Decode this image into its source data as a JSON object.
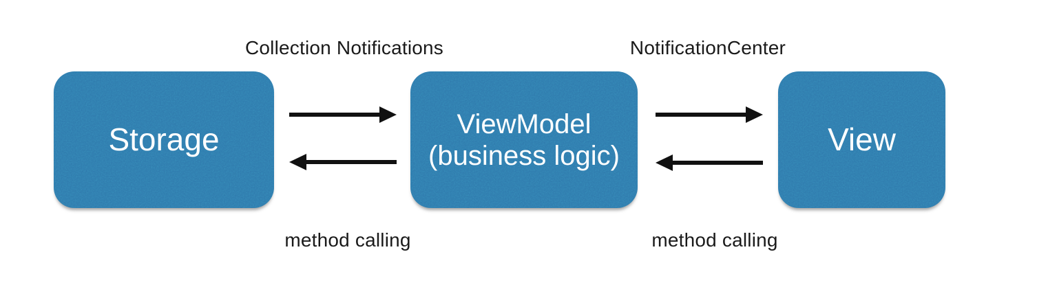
{
  "diagram": {
    "nodes": [
      {
        "id": "storage",
        "label": "Storage"
      },
      {
        "id": "viewmodel",
        "label": "ViewModel",
        "sublabel": "(business logic)"
      },
      {
        "id": "view",
        "label": "View"
      }
    ],
    "edge_labels": {
      "storage_viewmodel_top": "Collection Notifications",
      "viewmodel_view_top": "NotificationCenter",
      "storage_viewmodel_bottom": "method calling",
      "viewmodel_view_bottom": "method calling"
    },
    "colors": {
      "background": "#FFFFFF",
      "node_fill": "#2F7AAD",
      "node_text": "#FFFFFF",
      "arrow": "#111111",
      "label_text": "#1A1A1A"
    }
  }
}
